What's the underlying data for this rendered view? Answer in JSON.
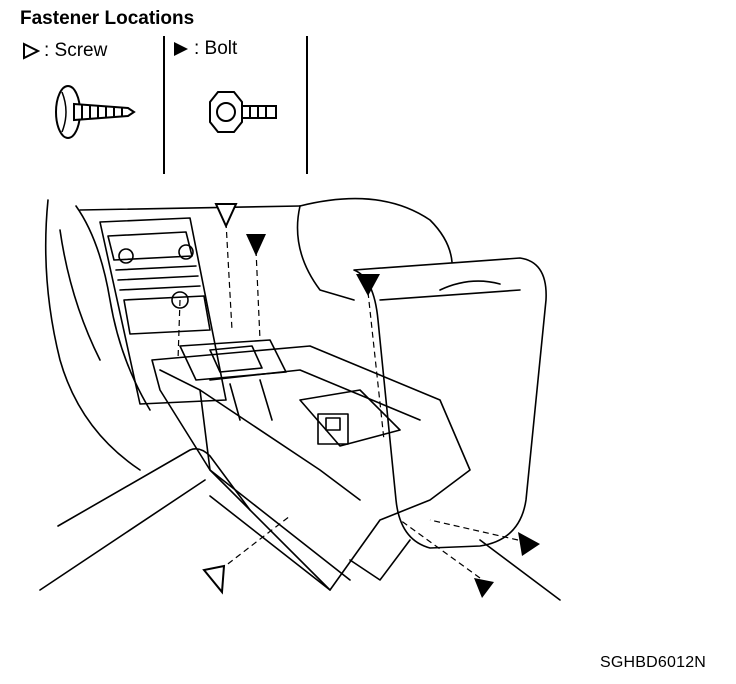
{
  "title": "Fastener Locations",
  "legend": [
    {
      "symbol": "hollow-triangle-icon",
      "label": ": Screw"
    },
    {
      "symbol": "filled-triangle-icon",
      "label": ": Bolt"
    }
  ],
  "figure_id": "SGHBD6012N"
}
